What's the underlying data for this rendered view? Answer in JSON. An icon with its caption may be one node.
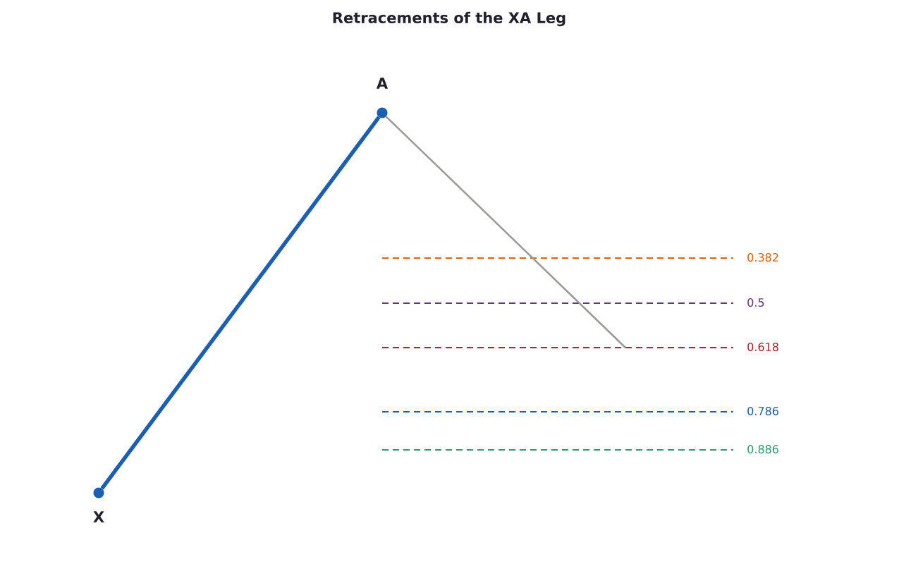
{
  "diagram": {
    "title": "Retracements of the XA Leg",
    "nodes": [
      {
        "text": [
          "X"
        ]
      },
      {
        "text": [
          "A"
        ]
      }
    ],
    "edges": [
      {
        "from": 0,
        "to": 1,
        "arrow": "none",
        "style": "thick",
        "color": "#1a5fb4"
      },
      {
        "from": 1,
        "to": null,
        "arrow": "none",
        "color": "#9a9996"
      }
    ],
    "labels": [
      "0.382",
      "0.5",
      "0.618",
      "0.786",
      "0.886"
    ]
  }
}
